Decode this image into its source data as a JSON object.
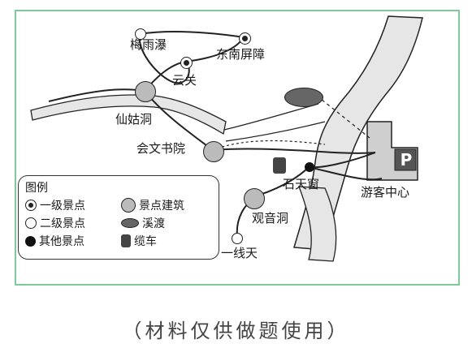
{
  "map": {
    "spots": {
      "meiyu": "梅雨瀑",
      "dongnan": "东南屏障",
      "yunguan": "云关",
      "xiangu": "仙姑洞",
      "huiwen": "会文书院",
      "shitian": "石天窗",
      "guanyin": "观音洞",
      "yixian": "一线天",
      "visitor": "游客中心"
    },
    "parking_letter": "P"
  },
  "legend": {
    "title": "图例",
    "items": [
      {
        "label": "一级景点",
        "icon": "first-class-spot-icon"
      },
      {
        "label": "景点建筑",
        "icon": "building-icon"
      },
      {
        "label": "二级景点",
        "icon": "second-class-spot-icon"
      },
      {
        "label": "溪渡",
        "icon": "ferry-icon"
      },
      {
        "label": "其他景点",
        "icon": "other-spot-icon"
      },
      {
        "label": "缆车",
        "icon": "cable-car-icon"
      }
    ]
  },
  "caption": "（材料仅供做题使用）",
  "colors": {
    "frame": "#7fc99a",
    "line": "#222222",
    "fill": "#e6e6e6"
  }
}
